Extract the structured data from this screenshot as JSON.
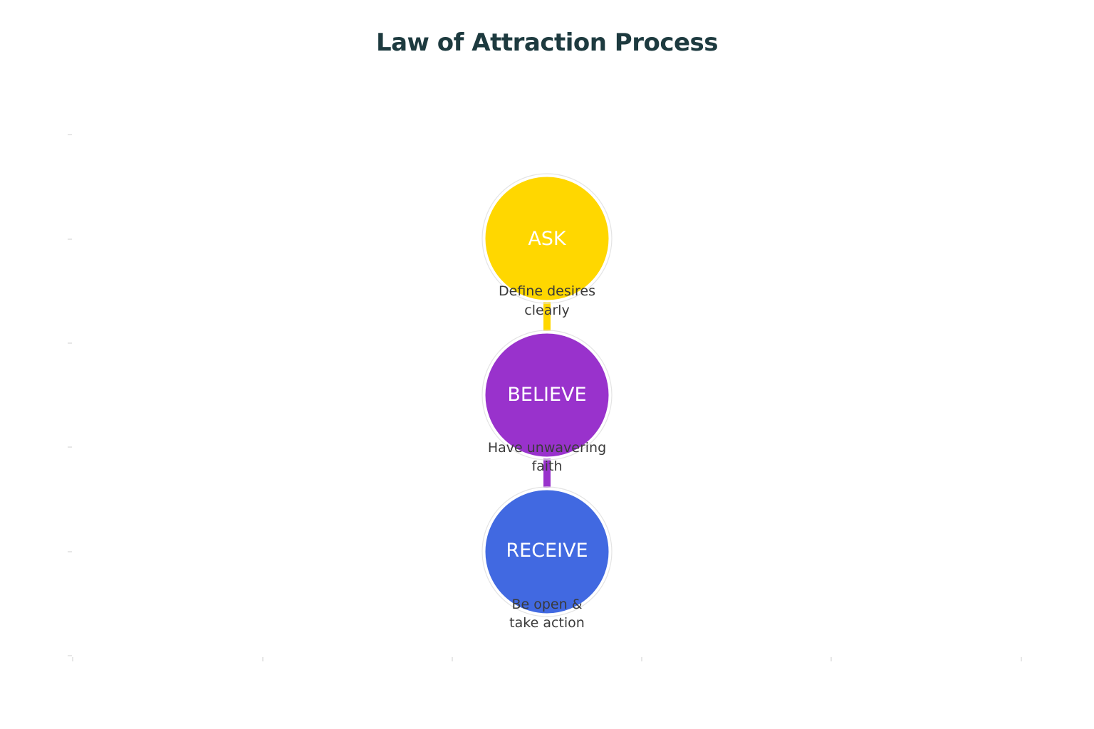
{
  "title": "Law of Attraction Process",
  "steps": [
    {
      "label": "ASK",
      "description": [
        "Define desires",
        "clearly"
      ],
      "color": "#FFD700"
    },
    {
      "label": "BELIEVE",
      "description": [
        "Have unwavering",
        "faith"
      ],
      "color": "#9932CC"
    },
    {
      "label": "RECEIVE",
      "description": [
        "Be open &",
        "take action"
      ],
      "color": "#4169E1"
    }
  ]
}
